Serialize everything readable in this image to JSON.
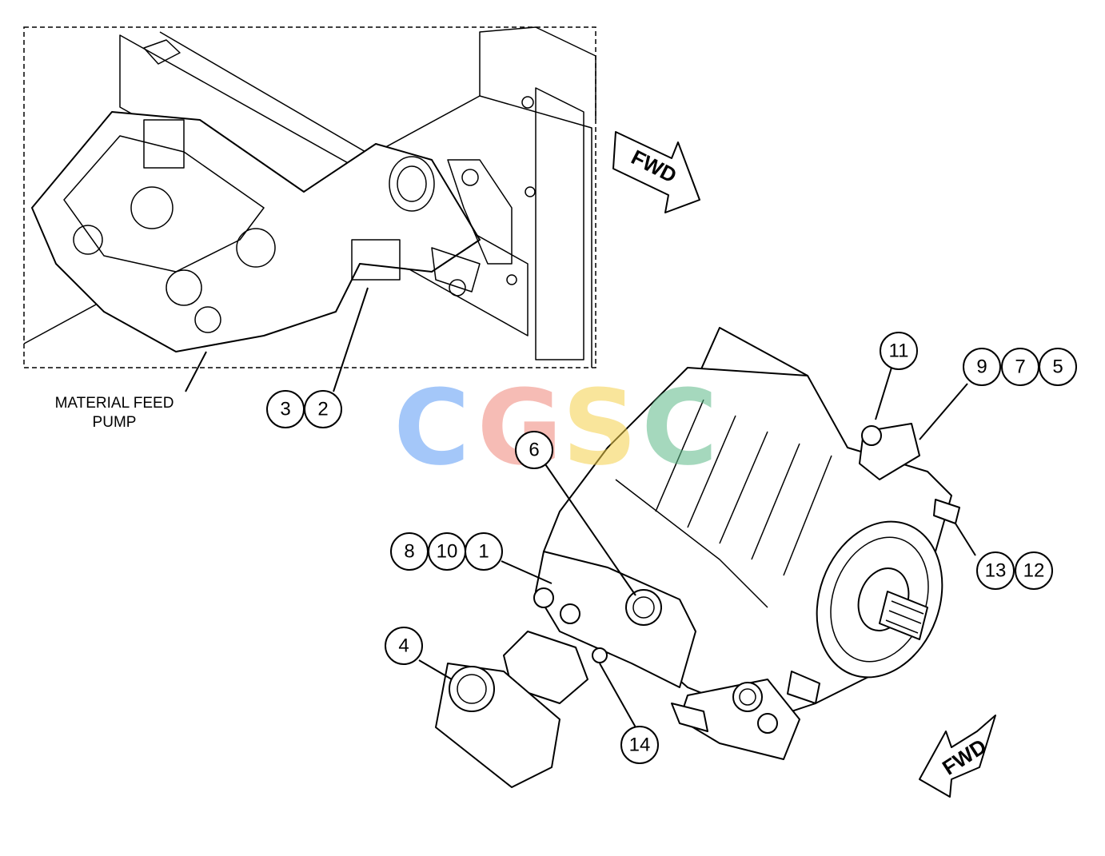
{
  "inset": {
    "label_line1": "MATERIAL FEED",
    "label_line2": "PUMP"
  },
  "arrows": {
    "fwd_top": "FWD",
    "fwd_bottom": "FWD"
  },
  "callouts": {
    "c1": "1",
    "c2": "2",
    "c3": "3",
    "c4": "4",
    "c5": "5",
    "c6": "6",
    "c7": "7",
    "c8": "8",
    "c9": "9",
    "c10": "10",
    "c11": "11",
    "c12": "12",
    "c13": "13",
    "c14": "14"
  },
  "watermark": {
    "letters": [
      "C",
      "G",
      "S",
      "C"
    ],
    "colors": [
      "#5b9bf5",
      "#f0877a",
      "#f5d04a",
      "#5cba88"
    ]
  }
}
